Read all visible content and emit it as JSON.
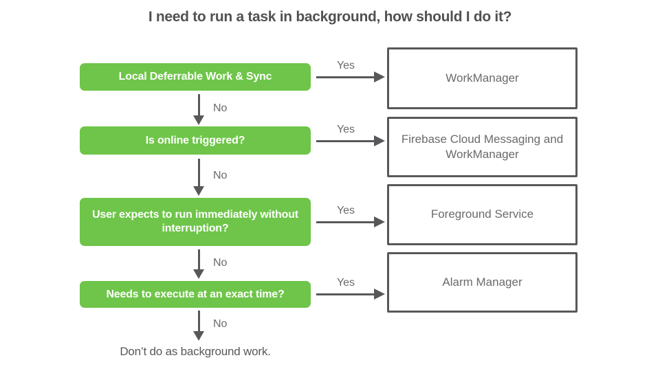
{
  "title": "I need to run a task in background, how should I do it?",
  "colors": {
    "green": "#6EC549",
    "outline_gray": "#58585A",
    "text_gray": "#6A6A6D",
    "title_gray": "#515153"
  },
  "labels": {
    "yes": "Yes",
    "no": "No"
  },
  "rows": [
    {
      "question": "Local Deferrable Work & Sync",
      "answer": "WorkManager"
    },
    {
      "question": "Is online triggered?",
      "answer": "Firebase Cloud Messaging and WorkManager"
    },
    {
      "question": "User expects to run immediately without interruption?",
      "answer": "Foreground Service"
    },
    {
      "question": "Needs to execute at an exact time?",
      "answer": "Alarm Manager"
    }
  ],
  "terminal": "Don’t do as background work."
}
